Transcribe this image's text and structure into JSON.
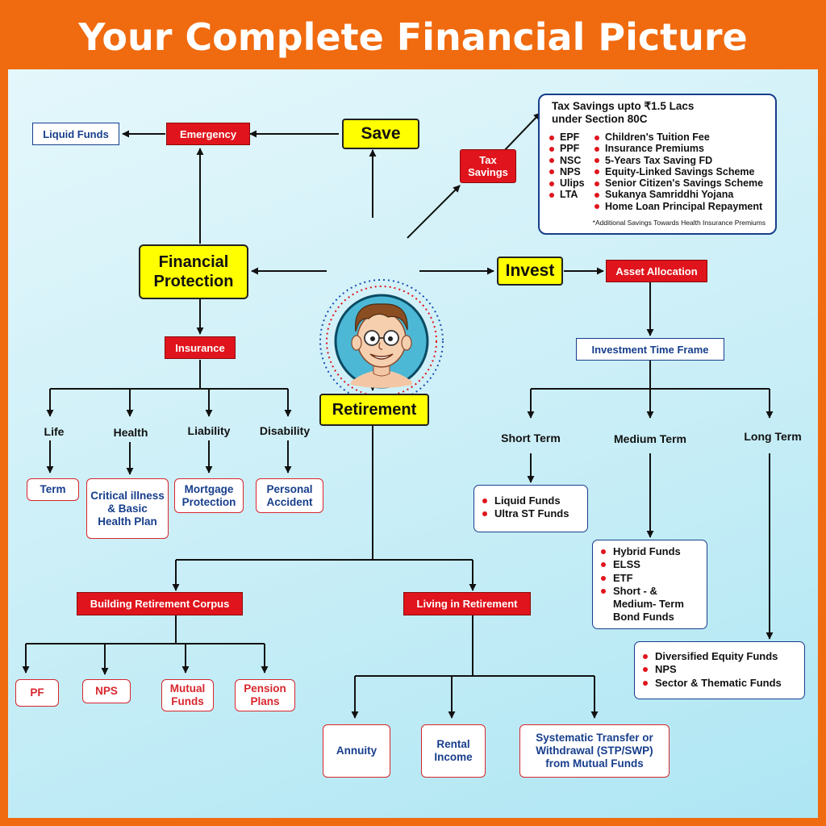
{
  "title": "Your Complete Financial Picture",
  "center": {
    "save": "Save",
    "invest": "Invest",
    "retirement": "Retirement",
    "financial_protection": "Financial Protection",
    "tax_savings": "Tax Savings"
  },
  "protection": {
    "emergency": "Emergency",
    "liquid_funds": "Liquid Funds",
    "insurance": "Insurance",
    "types": [
      "Life",
      "Health",
      "Liability",
      "Disability"
    ],
    "products": [
      "Term",
      "Critical illness & Basic Health Plan",
      "Mortgage Protection",
      "Personal Accident"
    ]
  },
  "tax": {
    "heading_line1": "Tax Savings upto ₹1.5 Lacs",
    "heading_line2": "under Section 80C",
    "col1": [
      "EPF",
      "PPF",
      "NSC",
      "NPS",
      "Ulips",
      "LTA"
    ],
    "col2": [
      "Children's Tuition Fee",
      "Insurance Premiums",
      "5-Years Tax Saving FD",
      "Equity-Linked Savings Scheme",
      "Senior Citizen's Savings Scheme",
      "Sukanya Samriddhi Yojana",
      "Home Loan Principal Repayment"
    ],
    "note": "*Additional Savings Towards Health Insurance Premiums"
  },
  "invest": {
    "asset_allocation": "Asset Allocation",
    "time_frame": "Investment Time Frame",
    "terms": [
      "Short Term",
      "Medium Term",
      "Long Term"
    ],
    "short_items": [
      "Liquid Funds",
      "Ultra ST Funds"
    ],
    "medium_items": [
      "Hybrid Funds",
      "ELSS",
      "ETF",
      "Short - & Medium- Term Bond Funds"
    ],
    "long_items": [
      "Diversified Equity Funds",
      "NPS",
      "Sector & Thematic Funds"
    ]
  },
  "retirement": {
    "building": "Building Retirement Corpus",
    "living": "Living in Retirement",
    "building_items": [
      "PF",
      "NPS",
      "Mutual Funds",
      "Pension Plans"
    ],
    "living_items": [
      "Annuity",
      "Rental Income",
      "Systematic Transfer or Withdrawal (STP/SWP) from Mutual Funds"
    ]
  },
  "colors": {
    "orange": "#f06a0f",
    "red": "#e0141c",
    "yellow": "#ffff00",
    "navy": "#173e8c"
  },
  "icons": {
    "center": "cartoon-man-face-icon",
    "bullet": "red-dot-bullet"
  }
}
